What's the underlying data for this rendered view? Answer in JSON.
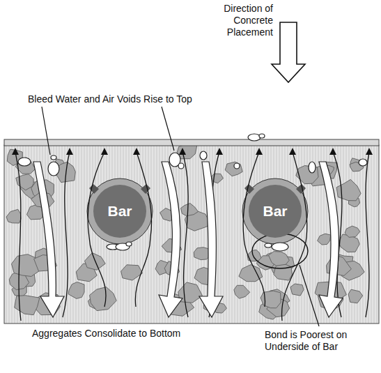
{
  "diagram": {
    "nodes": [
      {
        "text": [
          "Bar"
        ]
      },
      {
        "text": [
          "Bar"
        ]
      }
    ],
    "labels": [
      "Direction of Concrete Placement",
      "Bleed Water and Air Voids Rise to Top",
      "Aggregates Consolidate to Bottom",
      "Bond is Poorest on Underside of Bar"
    ]
  }
}
